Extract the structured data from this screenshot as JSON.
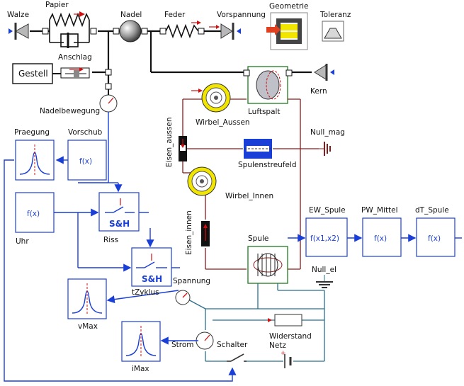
{
  "labels": {
    "walze": "Walze",
    "papier": "Papier",
    "nadel": "Nadel",
    "feder": "Feder",
    "vorspannung": "Vorspannung",
    "geometrie": "Geometrie",
    "toleranz": "Toleranz",
    "anschlag": "Anschlag",
    "gestell": "Gestell",
    "kern": "Kern",
    "nadelbewegung": "Nadelbewegung",
    "luftspalt": "Luftspalt",
    "wirbel_aussen": "Wirbel_Aussen",
    "eisen_aussen": "Eisen_aussen",
    "null_mag": "Null_mag",
    "spulenstreufeld": "Spulenstreufeld",
    "wirbel_innen": "Wirbel_Innen",
    "eisen_innen": "Eisen_innen",
    "praegung": "Praegung",
    "vorschub": "Vorschub",
    "uhr": "Uhr",
    "riss": "Riss",
    "spule": "Spule",
    "ew_spule": "EW_Spule",
    "pw_mittel": "PW_Mittel",
    "dt_spule": "dT_Spule",
    "null_el": "Null_el",
    "spannung": "Spannung",
    "tzyklus": "tZyklus",
    "vmax": "vMax",
    "widerstand": "Widerstand",
    "netz": "Netz",
    "strom": "Strom",
    "schalter": "Schalter",
    "imax": "iMax"
  },
  "block_text": {
    "fx": "f(x)",
    "fx1x2": "f(x1,x2)",
    "sh": "S&H"
  },
  "colors": {
    "signal": "#1a3fd6",
    "mechanical": "#111111",
    "magnetic": "#8b1a1a",
    "electrical": "#2a6f8f",
    "coil_yellow": "#f2e600",
    "arrow_red": "#d01010",
    "block_green": "#1e7a1e"
  }
}
